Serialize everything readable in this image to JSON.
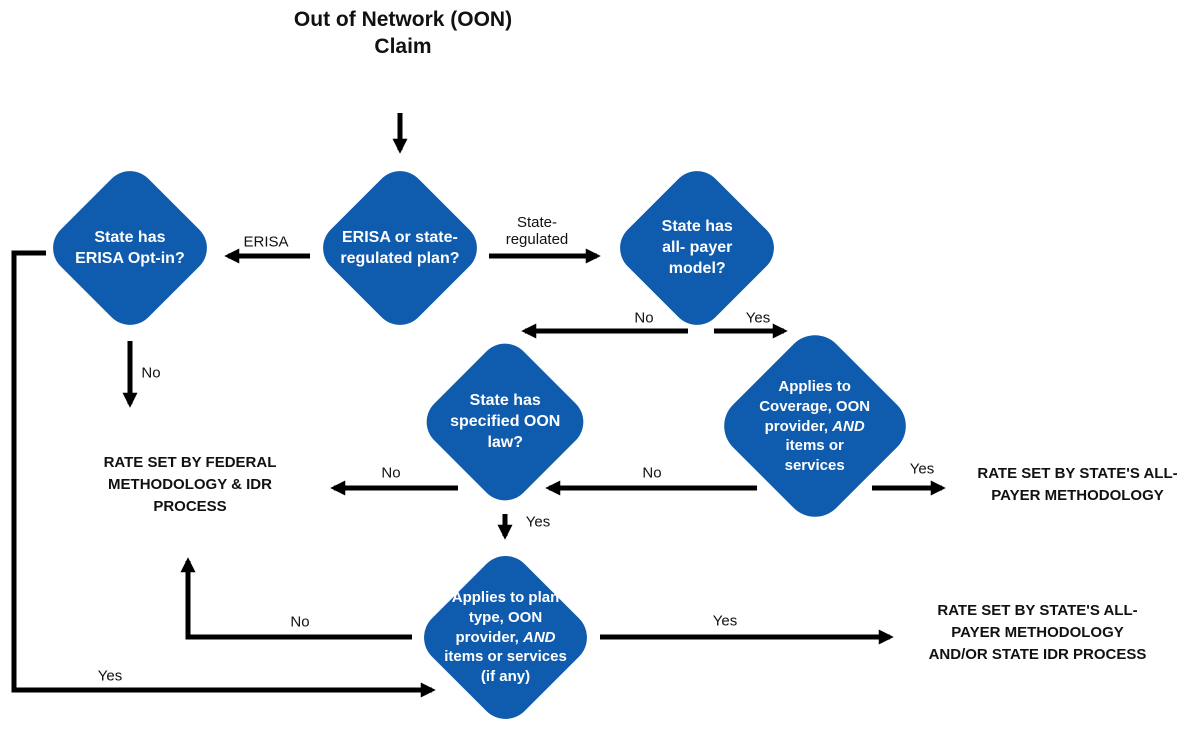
{
  "title": "Out of Network (OON)\nClaim",
  "colors": {
    "node_fill": "#0F5BAD",
    "node_text": "#FFFFFF",
    "connector": "#000000"
  },
  "nodes": {
    "plan_type": {
      "label": "ERISA or state-\nregulated plan?"
    },
    "erisa_opt_in": {
      "label": "State has\nERISA Opt-in?"
    },
    "all_payer": {
      "label": "State has\nall- payer\nmodel?"
    },
    "oon_law": {
      "label": "State has\nspecified OON\nlaw?"
    },
    "applies_coverage": {
      "label": "Applies to\nCoverage, OON\nprovider, AND\nitems or\nservices"
    },
    "applies_plan": {
      "label": "Applies to plan\ntype, OON\nprovider, AND\nitems or services\n(if any)"
    }
  },
  "outcomes": {
    "federal": "RATE SET BY FEDERAL\nMETHODOLOGY & IDR\nPROCESS",
    "state_all_payer": "RATE SET BY STATE'S ALL-\nPAYER METHODOLOGY",
    "state_all_payer_idr": "RATE SET BY STATE'S ALL-\nPAYER METHODOLOGY\nAND/OR STATE IDR PROCESS"
  },
  "edge_labels": {
    "erisa": "ERISA",
    "state_regulated": "State-\nregulated",
    "no": "No",
    "yes": "Yes"
  }
}
